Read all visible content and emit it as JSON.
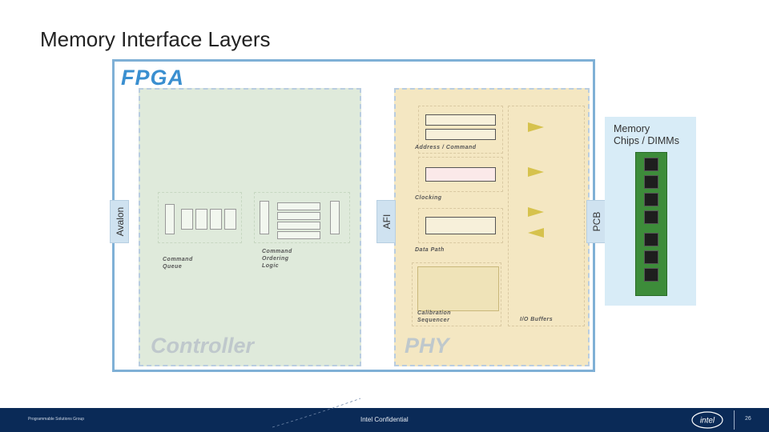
{
  "slide": {
    "title": "Memory Interface Layers",
    "footer_left": "Programmable Solutions Group",
    "footer_center": "Intel Confidential",
    "page_number": "26",
    "logo_text": "intel"
  },
  "diagram": {
    "fpga_label": "FPGA",
    "controller_label": "Controller",
    "phy_label": "PHY",
    "avalon_label": "Avalon",
    "afi_label": "AFI",
    "pcb_label": "PCB",
    "memory_label_line1": "Memory",
    "memory_label_line2": "Chips / DIMMs",
    "blocks": {
      "address_command": "Address / Command",
      "clocking": "Clocking",
      "data_path": "Data Path",
      "calibration_line1": "Calibration",
      "calibration_line2": "Sequencer",
      "io_buffers": "I/O Buffers",
      "command_queue_line1": "Command",
      "command_queue_line2": "Queue",
      "command_ordering_line1": "Command",
      "command_ordering_line2": "Ordering",
      "command_ordering_line3": "Logic"
    }
  },
  "colors": {
    "fpga_border": "#7fb0d6",
    "fpga_text": "#3a8fd0",
    "controller_bg": "#dfeadb",
    "phy_bg": "#f4e7c2",
    "footer_bg": "#0a2a57"
  }
}
